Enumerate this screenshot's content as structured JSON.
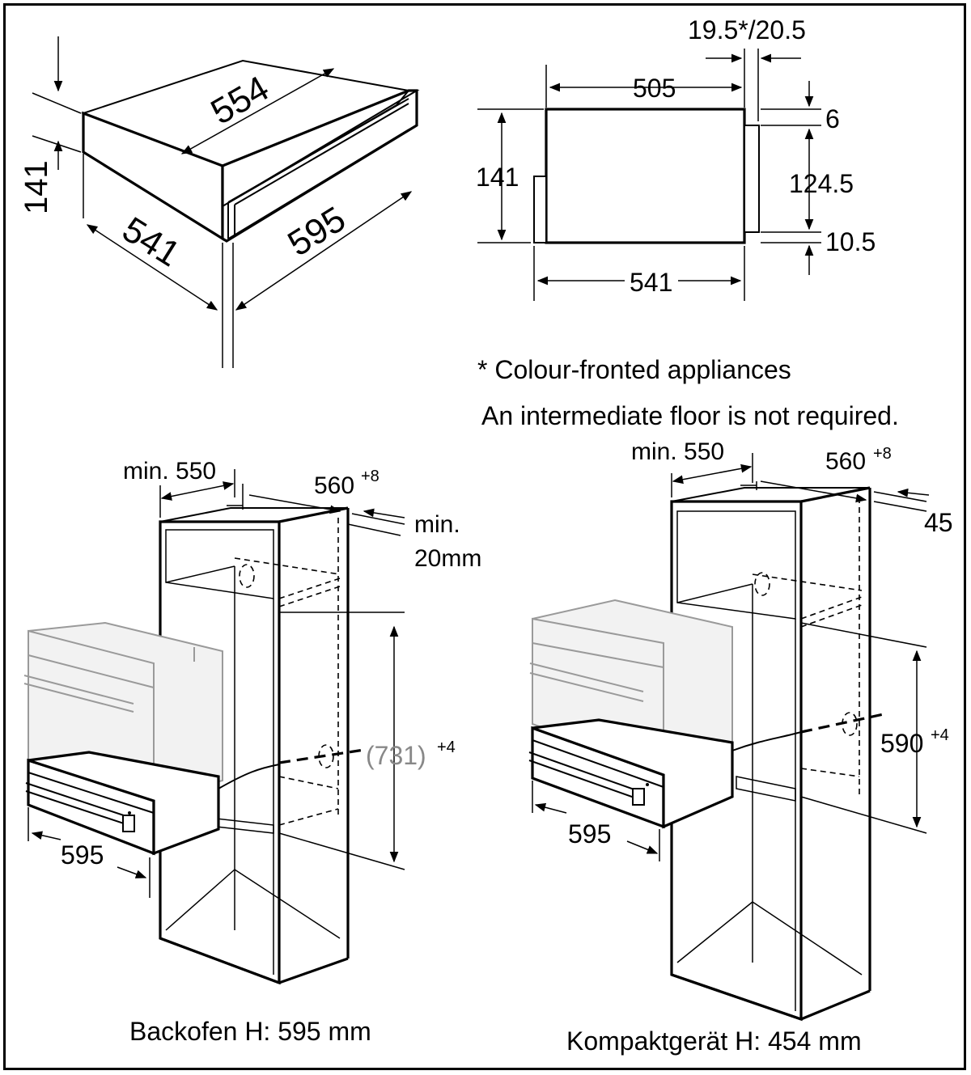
{
  "top_left": {
    "depth": "554",
    "width_front": "595",
    "width_back": "541",
    "height": "141"
  },
  "top_right": {
    "gap": "19.5*/20.5",
    "depth": "505",
    "height": "141",
    "top_offset": "6",
    "front_height": "124.5",
    "bottom_offset": "10.5",
    "bottom_width": "541"
  },
  "notes": {
    "colour_note": "* Colour-fronted appliances",
    "floor_note": "An intermediate floor is not required."
  },
  "bottom_left": {
    "min_depth": "min. 550",
    "niche_depth": "560",
    "niche_tol": "+8",
    "gap_label_1": "min.",
    "gap_label_2": "20mm",
    "niche_height": "(731)",
    "niche_height_tol": "+4",
    "width": "595",
    "caption": "Backofen H: 595 mm"
  },
  "bottom_right": {
    "min_depth": "min. 550",
    "niche_depth": "560",
    "niche_tol": "+8",
    "gap": "45",
    "niche_height": "590",
    "niche_height_tol": "+4",
    "width": "595",
    "caption": "Kompaktgerät H: 454 mm"
  }
}
